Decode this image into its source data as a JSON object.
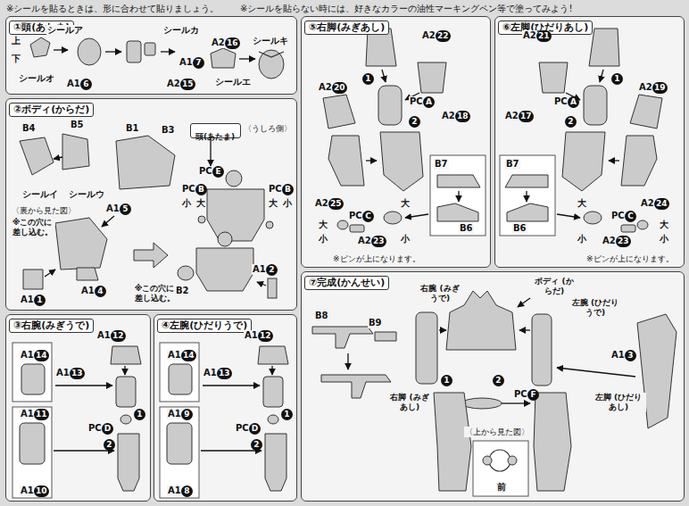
{
  "diagram": {
    "nodes": [
      {
        "text": [
          "①頭(あたま)"
        ]
      },
      {
        "text": [
          "②ボディ(からだ)"
        ]
      },
      {
        "text": [
          "頭(あたま)"
        ],
        "in": 1
      },
      {
        "text": [
          "③右腕(みぎうで)"
        ]
      },
      {
        "text": [
          "④左腕(ひだりうで)"
        ]
      },
      {
        "text": [
          "⑤右脚(みぎあし)"
        ]
      },
      {
        "text": [
          "⑥左脚(ひだりあし)"
        ]
      },
      {
        "text": [
          "⑦完成(かんせい)"
        ]
      }
    ],
    "labels": [
      "※シールを貼るときは、形に合わせて貼りましょう。",
      "※シールを貼らない時には、好きなカラーの油性マーキングペン等で塗ってみよう!",
      "上",
      "下",
      "シールア",
      "シールオ",
      "A1",
      "6",
      "シールカ",
      "A2",
      "16",
      "シールキ",
      "A1",
      "7",
      "A2",
      "15",
      "シールエ",
      "B4",
      "B5",
      "シールイ",
      "シールウ",
      "B1",
      "B3",
      "〈うしろ側〉",
      "PC",
      "E",
      "PC",
      "B",
      "小",
      "大",
      "PC",
      "B",
      "大",
      "小",
      "〈裏から見た図〉",
      "※この穴に 差し込む。",
      "A1",
      "5",
      "A1",
      "1",
      "A1",
      "4",
      "※この穴に 差し込む。",
      "B2",
      "A1",
      "2",
      "A1",
      "12",
      "A1",
      "14",
      "A1",
      "13",
      "A1",
      "11",
      "PC",
      "D",
      "A1",
      "10",
      "A1",
      "12",
      "A1",
      "14",
      "A1",
      "13",
      "A1",
      "9",
      "PC",
      "D",
      "A1",
      "8",
      "A2",
      "22",
      "A2",
      "20",
      "PC",
      "A",
      "A2",
      "18",
      "A2",
      "25",
      "B7",
      "大",
      "小",
      "PC",
      "C",
      "大",
      "小",
      "A2",
      "23",
      "B6",
      "※ピンが上になります。",
      "A2",
      "21",
      "PC",
      "A",
      "A2",
      "19",
      "A2",
      "17",
      "A2",
      "24",
      "B7",
      "大",
      "小",
      "PC",
      "C",
      "大",
      "小",
      "A2",
      "23",
      "B6",
      "※ピンが上になります。",
      "B8",
      "B9",
      "右腕 (みぎうで)",
      "ボディ (からだ)",
      "左腕 (ひだりうで)",
      "A1",
      "3",
      "右脚 (みぎあし)",
      "PC",
      "F",
      "左脚 (ひだりあし)",
      "〈上から見た図〉",
      "前",
      "1",
      "2",
      "1",
      "2",
      "1",
      "2",
      "1",
      "2",
      "1",
      "2"
    ]
  }
}
